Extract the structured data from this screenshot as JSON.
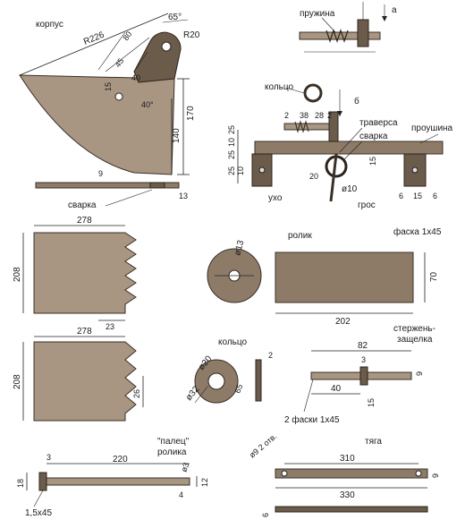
{
  "labels": {
    "korpus": "корпус",
    "r226": "R226",
    "a65": "65°",
    "r20": "R20",
    "d80": "80",
    "d45": "45",
    "d40": "40",
    "d15": "15",
    "a40": "40°",
    "d170": "170",
    "d140": "140",
    "d9": "9",
    "svarka1": "сварка",
    "d13": "13",
    "pruzhina": "пружина",
    "a": "а",
    "koltso_top": "кольцо",
    "b": "б",
    "d2": "2",
    "d38": "38",
    "d28": "28",
    "d2b": "2",
    "traversa": "траверса",
    "svarka2": "сварка",
    "proushina": "проушина",
    "d25a": "25",
    "d10": "10",
    "d25b": "25",
    "d25c": "25",
    "d10b": "10",
    "d15b": "15",
    "d20": "20",
    "ukho": "ухо",
    "dia10": "ø10",
    "gros": "грос",
    "d6a": "6",
    "d15c": "15",
    "d6b": "6",
    "p1_278": "278",
    "p1_208": "208",
    "p1_23": "23",
    "rolik": "ролик",
    "dia13": "ø13",
    "faska": "фаска 1x45",
    "d70": "70",
    "d202": "202",
    "p2_278": "278",
    "p2_208": "208",
    "p2_26": "26",
    "koltso": "кольцо",
    "k_d2": "2",
    "dia20": "ø20",
    "dia32": "ø32",
    "k_65": "65",
    "sterzhen": "стержень-",
    "zashchelka": "защелка",
    "s82": "82",
    "s3": "3",
    "s9": "9",
    "s40": "40",
    "s15": "15",
    "faski": "2 фаски 1x45",
    "palets": "\"палец\"",
    "rolika": "ролика",
    "p220": "220",
    "p3": "3",
    "pdia3": "ø3",
    "p12": "12",
    "p18": "18",
    "p4": "4",
    "p15x45": "1,5x45",
    "tyaga": "тяга",
    "dia9": "ø9 2 отв.",
    "t310": "310",
    "t330": "330",
    "t6": "6",
    "t9": "9"
  }
}
